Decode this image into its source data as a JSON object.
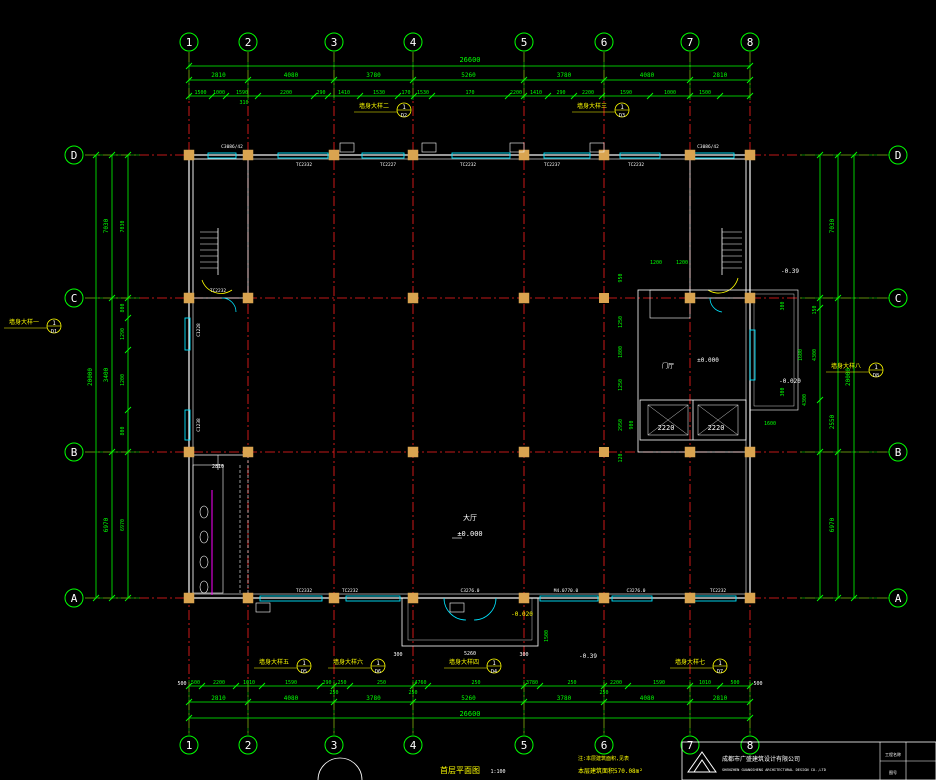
{
  "axes_top": [
    "1",
    "2",
    "3",
    "4",
    "5",
    "6",
    "7",
    "8"
  ],
  "axes_bottom": [
    "1",
    "2",
    "3",
    "4",
    "5",
    "6",
    "7",
    "8"
  ],
  "axes_left": [
    "D",
    "C",
    "B",
    "A"
  ],
  "axes_right": [
    "D",
    "C",
    "B",
    "A"
  ],
  "dims_top": {
    "overall": "26600",
    "bays": [
      "2810",
      "4080",
      "3780",
      "5260",
      "3780",
      "4080",
      "2810"
    ],
    "detail": [
      "1500",
      "1000",
      "1590",
      "2200",
      "290",
      "1410",
      "1530",
      "170",
      "1530",
      "170",
      "2200",
      "1410",
      "290",
      "2200",
      "1590",
      "1000",
      "1500"
    ],
    "small": "310"
  },
  "dims_bottom": {
    "overall": "26600",
    "bays": [
      "2810",
      "4080",
      "3780",
      "5260",
      "3780",
      "4080",
      "2810"
    ],
    "detail": [
      "500",
      "2200",
      "1010",
      "1590",
      "290",
      "250",
      "250",
      "4760",
      "250",
      "3780",
      "250",
      "2200",
      "1590",
      "1010",
      "500"
    ],
    "sub": [
      "250",
      "250",
      "250",
      "250"
    ]
  },
  "dims_left": {
    "overall": "20000",
    "spans": [
      "7030",
      "3400",
      "6970"
    ],
    "detail": [
      "7030",
      "800",
      "1290",
      "1200",
      "800",
      "6970"
    ]
  },
  "dims_right": {
    "overall": "20000",
    "spans": [
      "7030",
      "2550",
      "6970"
    ],
    "detail": [
      "7030",
      "150",
      "4300",
      "1600",
      "6970",
      "2950"
    ]
  },
  "sections": [
    {
      "label": "墙身大样二",
      "num": "1",
      "sheet": "D2"
    },
    {
      "label": "墙身大样三",
      "num": "1",
      "sheet": "D3"
    },
    {
      "label": "墙身大样一",
      "num": "1",
      "sheet": "D1"
    },
    {
      "label": "墙身大样八",
      "num": "1",
      "sheet": "D8"
    },
    {
      "label": "墙身大样五",
      "num": "1",
      "sheet": "D5"
    },
    {
      "label": "墙身大样六",
      "num": "1",
      "sheet": "D6"
    },
    {
      "label": "墙身大样四",
      "num": "1",
      "sheet": "D4"
    },
    {
      "label": "墙身大样七",
      "num": "1",
      "sheet": "D7"
    }
  ],
  "labels": {
    "levels": [
      "±0.000",
      "±0.000",
      "-0.39",
      "-0.020",
      "-0.020",
      "-0.39"
    ],
    "room_hall": "大厅",
    "room_office": "门厅",
    "windows": [
      "C3086/42",
      "C3086/42",
      "TC2332",
      "TC2227",
      "TC2232",
      "TC2237",
      "TC2232",
      "TC2332",
      "TC2232",
      "C3276.0",
      "M4.0770.0",
      "C3276.0",
      "TC2232",
      "TC2232",
      "C1228",
      "C1238"
    ],
    "elevator_dims": [
      "2220",
      "2220"
    ],
    "misc_dims": [
      "1200",
      "1200",
      "950",
      "1250",
      "1800",
      "1250",
      "2950",
      "900",
      "120",
      "1600",
      "4300",
      "1600",
      "300",
      "300",
      "2810",
      "1500",
      "300",
      "300",
      "5260"
    ]
  },
  "title_block": {
    "drawing_title": "首层平面图",
    "scale": "1:100",
    "note1": "注:本层建筑面积,见表",
    "note2": "本层建筑面积570.08m²",
    "company_cn": "成都市广盛建筑设计有限公司",
    "company_en": "SHENZHEN GUANGSHENG ARCHITECTURAL DESIGN CO.,LTD",
    "field1": "工程名称",
    "field2": "图号"
  },
  "colors": {
    "grid_axis": "#ff2020",
    "dimension": "#00ff00",
    "wall": "#ffffff",
    "column": "#d9a450",
    "window": "#00e5ff",
    "text_yellow": "#ffff00",
    "accent_magenta": "#ff00ff"
  }
}
